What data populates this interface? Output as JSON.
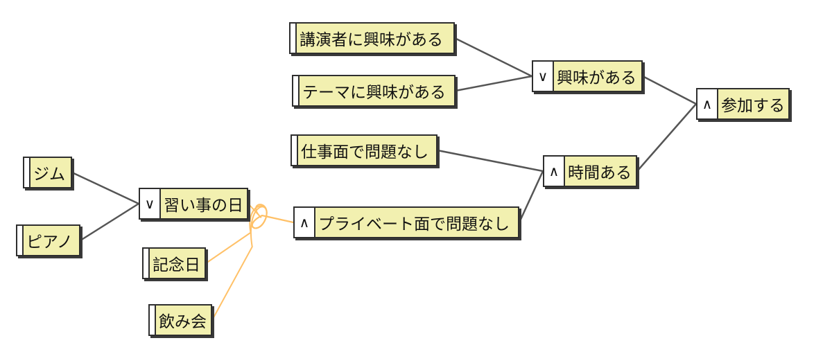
{
  "nodes": {
    "kouensha": {
      "label": "講演者に興味がある"
    },
    "theme": {
      "label": "テーマに興味がある"
    },
    "kyoumi": {
      "op": "∨",
      "label": "興味がある"
    },
    "sanka": {
      "op": "∧",
      "label": "参加する"
    },
    "shigoto": {
      "label": "仕事面で問題なし"
    },
    "jikan": {
      "op": "∧",
      "label": "時間ある"
    },
    "gym": {
      "label": "ジム"
    },
    "piano": {
      "label": "ピアノ"
    },
    "naraigoto": {
      "op": "∨",
      "label": "習い事の日"
    },
    "private": {
      "op": "∧",
      "label": "プライベート面で問題なし"
    },
    "kinenbi": {
      "label": "記念日"
    },
    "nomikai": {
      "label": "飲み会"
    }
  },
  "edges": [
    {
      "from": "kouensha",
      "to": "kyoumi",
      "kind": "normal"
    },
    {
      "from": "theme",
      "to": "kyoumi",
      "kind": "normal"
    },
    {
      "from": "kyoumi",
      "to": "sanka",
      "kind": "normal"
    },
    {
      "from": "shigoto",
      "to": "jikan",
      "kind": "normal"
    },
    {
      "from": "private",
      "to": "jikan",
      "kind": "normal"
    },
    {
      "from": "jikan",
      "to": "sanka",
      "kind": "normal"
    },
    {
      "from": "gym",
      "to": "naraigoto",
      "kind": "normal"
    },
    {
      "from": "piano",
      "to": "naraigoto",
      "kind": "normal"
    },
    {
      "from": "naraigoto",
      "to": "private",
      "kind": "negated"
    },
    {
      "from": "kinenbi",
      "to": "private",
      "kind": "negated"
    },
    {
      "from": "nomikai",
      "to": "private",
      "kind": "negated"
    }
  ],
  "colors": {
    "node_fill": "#f2f0b0",
    "node_border": "#2e2e2e",
    "normal_edge": "#555555",
    "negated_edge": "#ffc168"
  }
}
